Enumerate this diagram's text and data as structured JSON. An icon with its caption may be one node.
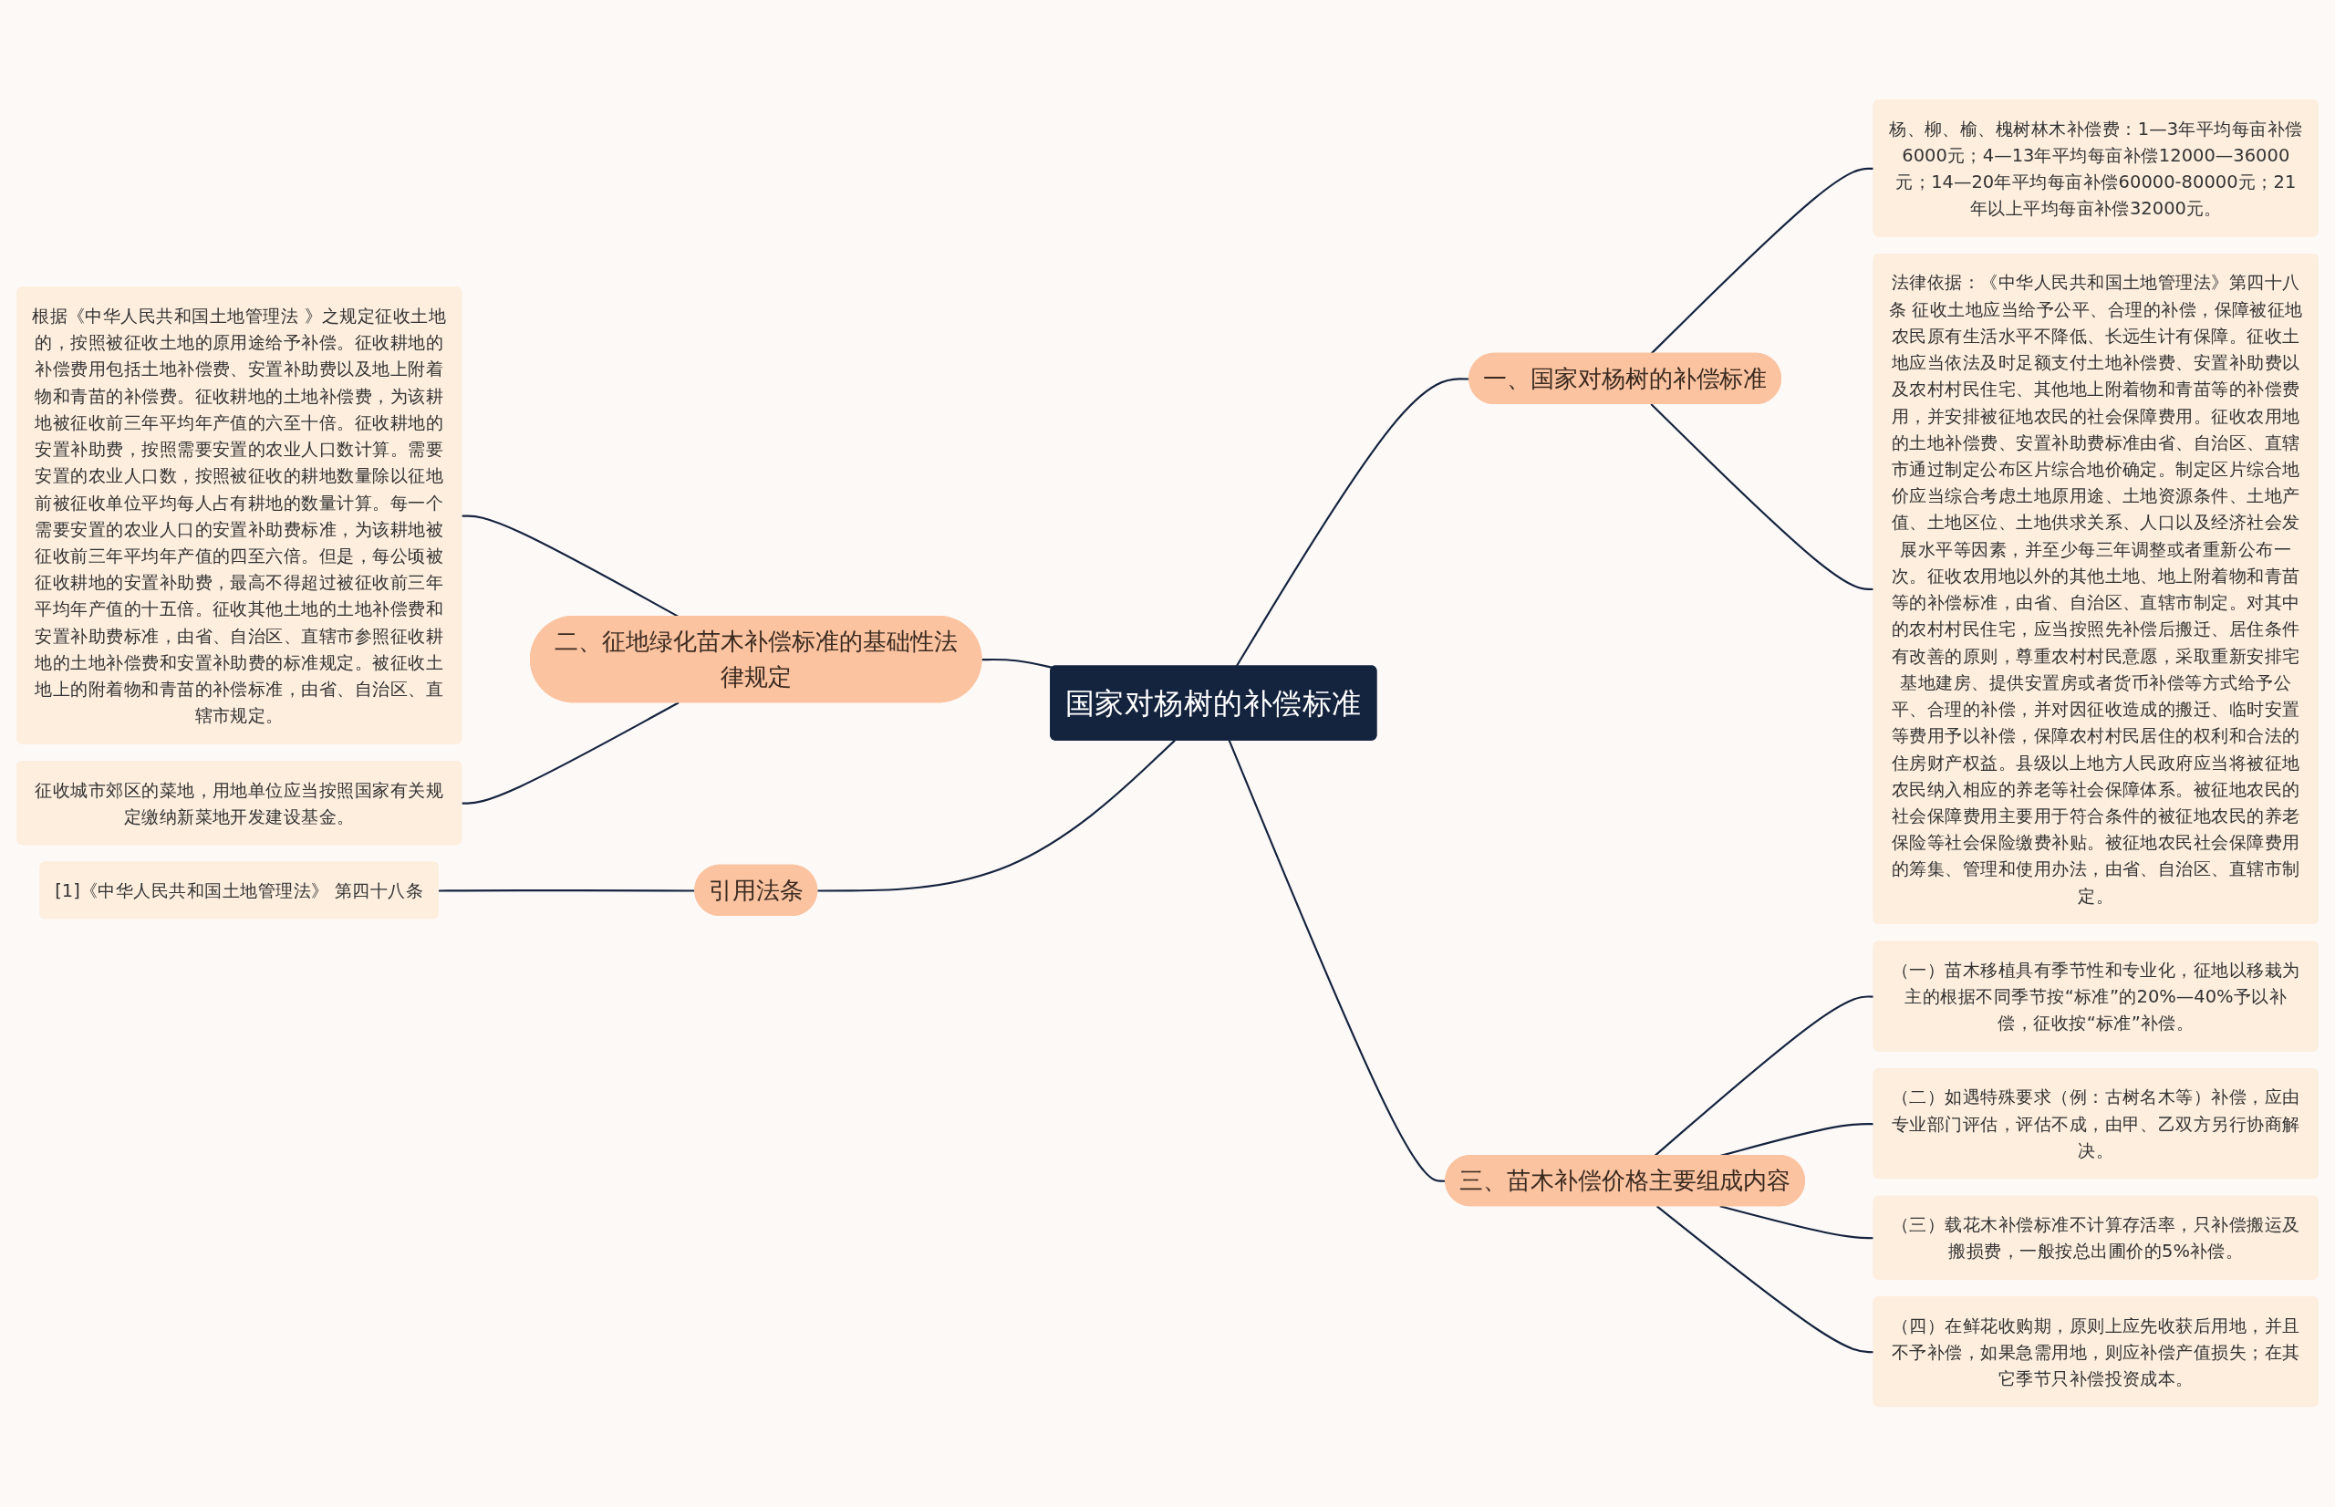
{
  "diagram": {
    "nodes": [
      {
        "text": [
          "国家对杨树的补偿标准"
        ]
      },
      {
        "text": [
          "一、国家对杨树的补偿标准"
        ]
      },
      {
        "text": [
          "杨、柳、榆、槐树林木补偿费：1—3年平均每亩补偿6000元；4—13年平均每亩补偿12000—36000元；14—20年平均每亩补偿60000-80000元；21年以上平均每亩补偿32000元。"
        ]
      },
      {
        "text": [
          "法律依据：《中华人民共和国土地管理法》第四十八条 征收土地应当给予公平、合理的补偿，保障被征地农民原有生活水平不降低、长远生计有保障。征收土地应当依法及时足额支付土地补偿费、安置补助费以及农村村民住宅、其他地上附着物和青苗等的补偿费用，并安排被征地农民的社会保障费用。征收农用地的土地补偿费、安置补助费标准由省、自治区、直辖市通过制定公布区片综合地价确定。制定区片综合地价应当综合考虑土地原用途、土地资源条件、土地产值、土地区位、土地供求关系、人口以及经济社会发展水平等因素，并至少每三年调整或者重新公布一次。征收农用地以外的其他土地、地上附着物和青苗等的补偿标准，由省、自治区、直辖市制定。对其中的农村村民住宅，应当按照先补偿后搬迁、居住条件有改善的原则，尊重农村村民意愿，采取重新安排宅基地建房、提供安置房或者货币补偿等方式给予公平、合理的补偿，并对因征收造成的搬迁、临时安置等费用予以补偿，保障农村村民居住的权利和合法的住房财产权益。县级以上地方人民政府应当将被征地农民纳入相应的养老等社会保障体系。被征地农民的社会保障费用主要用于符合条件的被征地农民的养老保险等社会保险缴费补贴。被征地农民社会保障费用的筹集、管理和使用办法，由省、自治区、直辖市制定。"
        ]
      },
      {
        "text": [
          "二、征地绿化苗木补偿标准的基础性法律规定"
        ]
      },
      {
        "text": [
          "根据《中华人民共和国土地管理法 》之规定征收土地的，按照被征收土地的原用途给予补偿。征收耕地的补偿费用包括土地补偿费、安置补助费以及地上附着物和青苗的补偿费。征收耕地的土地补偿费，为该耕地被征收前三年平均年产值的六至十倍。征收耕地的安置补助费，按照需要安置的农业人口数计算。需要安置的农业人口数，按照被征收的耕地数量除以征地前被征收单位平均每人占有耕地的数量计算。每一个需要安置的农业人口的安置补助费标准，为该耕地被征收前三年平均年产值的四至六倍。但是，每公顷被征收耕地的安置补助费，最高不得超过被征收前三年平均年产值的十五倍。征收其他土地的土地补偿费和安置补助费标准，由省、自治区、直辖市参照征收耕地的土地补偿费和安置补助费的标准规定。被征收土地上的附着物和青苗的补偿标准，由省、自治区、直辖市规定。"
        ]
      },
      {
        "text": [
          "征收城市郊区的菜地，用地单位应当按照国家有关规定缴纳新菜地开发建设基金。"
        ]
      },
      {
        "text": [
          "引用法条"
        ]
      },
      {
        "text": [
          "[1]《中华人民共和国土地管理法》 第四十八条"
        ]
      },
      {
        "text": [
          "三、苗木补偿价格主要组成内容"
        ]
      },
      {
        "text": [
          "（一）苗木移植具有季节性和专业化，征地以移栽为主的根据不同季节按“标准”的20%—40%予以补偿，征收按“标准”补偿。"
        ]
      },
      {
        "text": [
          "（二）如遇特殊要求（例：古树名木等）补偿，应由专业部门评估，评估不成，由甲、乙双方另行协商解决。"
        ]
      },
      {
        "text": [
          "（三）载花木补偿标准不计算存活率，只补偿搬运及搬损费，一般按总出圃价的5%补偿。"
        ]
      },
      {
        "text": [
          "（四）在鲜花收购期，原则上应先收获后用地，并且不予补偿，如果急需用地，则应补偿产值损失；在其它季节只补偿投资成本。"
        ]
      }
    ],
    "edges": [
      {
        "from": 0,
        "to": 1,
        "arrow": "none"
      },
      {
        "from": 1,
        "to": 2,
        "arrow": "none"
      },
      {
        "from": 1,
        "to": 3,
        "arrow": "none"
      },
      {
        "from": 4,
        "to": 0,
        "arrow": "none"
      },
      {
        "from": 5,
        "to": 4,
        "arrow": "none"
      },
      {
        "from": 6,
        "to": 4,
        "arrow": "none"
      },
      {
        "from": 7,
        "to": 0,
        "arrow": "none"
      },
      {
        "from": 8,
        "to": 7,
        "arrow": "none"
      },
      {
        "from": 0,
        "to": 9,
        "arrow": "none"
      },
      {
        "from": 9,
        "to": 10,
        "arrow": "none"
      },
      {
        "from": 9,
        "to": 11,
        "arrow": "none"
      },
      {
        "from": 9,
        "to": 12,
        "arrow": "none"
      },
      {
        "from": 9,
        "to": 13,
        "arrow": "none"
      }
    ]
  }
}
